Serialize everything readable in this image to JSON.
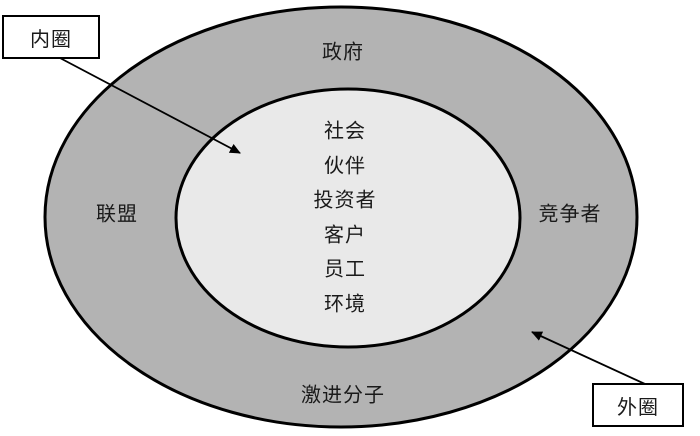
{
  "diagram": {
    "title": "stakeholder-rings-diagram",
    "outer_ring": {
      "top_label": "政府",
      "left_label": "联盟",
      "right_label": "竞争者",
      "bottom_label": "激进分子"
    },
    "inner_circle": {
      "items": [
        "社会",
        "伙伴",
        "投资者",
        "客户",
        "员工",
        "环境"
      ]
    },
    "callouts": {
      "inner_label": "内圈",
      "outer_label": "外圈"
    },
    "colors": {
      "background": "#ffffff",
      "outer_ring_fill": "#b3b3b3",
      "inner_circle_fill": "#e9e9e9",
      "stroke": "#000000"
    }
  }
}
